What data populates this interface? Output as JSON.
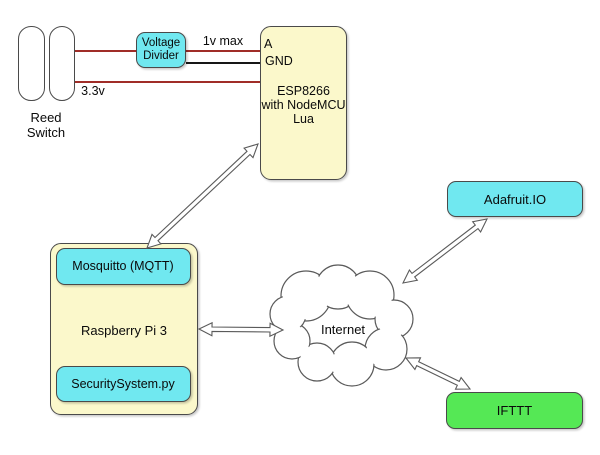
{
  "colors": {
    "cyan": "#70E8F0",
    "yellow": "#FBF8CB",
    "green": "#55E855",
    "wire_red": "#A02D28",
    "wire_black": "#161616",
    "box_outline": "#4A4A4A",
    "line_gray": "#5A5A5A",
    "text": "#0A0A0A",
    "background": "#FFFFFF"
  },
  "reed_switch": {
    "label_lines": [
      "Reed",
      "Switch"
    ]
  },
  "voltage_divider": {
    "label_lines": [
      "Voltage",
      "Divider"
    ]
  },
  "wires": {
    "analog_label": "1v max",
    "power_label": "3.3v"
  },
  "esp8266": {
    "pin_a": "A",
    "pin_gnd": "GND",
    "label_lines": [
      "ESP8266",
      "with NodeMCU",
      "Lua"
    ]
  },
  "raspberry_pi": {
    "label": "Raspberry Pi 3",
    "mqtt": "Mosquitto (MQTT)",
    "script": "SecuritySystem.py"
  },
  "internet": {
    "label": "Internet"
  },
  "adafruit": {
    "label": "Adafruit.IO"
  },
  "ifttt": {
    "label": "IFTTT"
  }
}
